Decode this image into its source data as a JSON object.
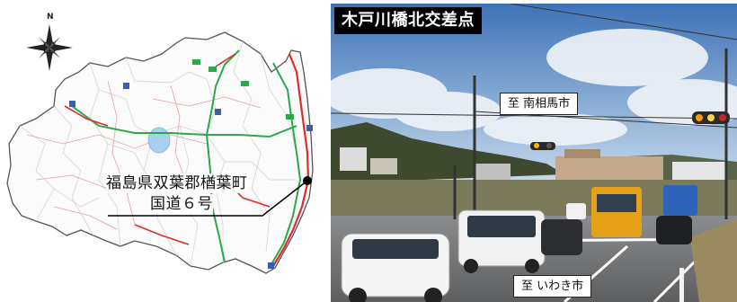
{
  "map": {
    "compass_label": "N",
    "location_line1": "福島県双葉郡楢葉町",
    "location_line2": "国道６号",
    "colors": {
      "route6": "#e02b2b",
      "expressway": "#2aa84a",
      "lake": "#a8d0f0",
      "outline": "#555555"
    }
  },
  "photo": {
    "title": "木戸川橋北交差点",
    "direction_north": "至 南相馬市",
    "direction_south": "至 いわき市"
  }
}
